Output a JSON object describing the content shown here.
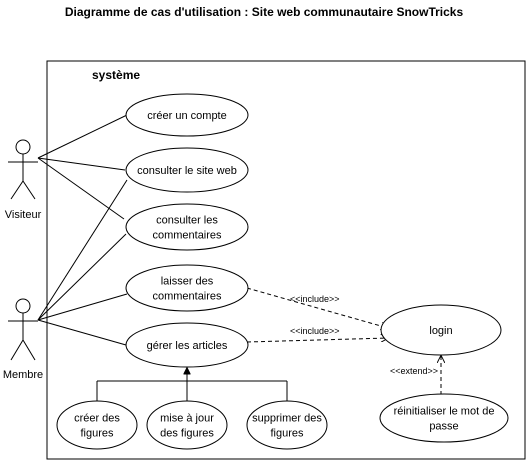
{
  "title": "Diagramme de cas d'utilisation : Site web communautaire SnowTricks",
  "system_label": "système",
  "actors": [
    {
      "id": "visiteur",
      "label": "Visiteur"
    },
    {
      "id": "membre",
      "label": "Membre"
    }
  ],
  "use_cases": [
    {
      "id": "creer-compte",
      "lines": [
        "créer un compte"
      ]
    },
    {
      "id": "consulter-site",
      "lines": [
        "consulter le site web"
      ]
    },
    {
      "id": "consulter-commentaires",
      "lines": [
        "consulter les",
        "commentaires"
      ]
    },
    {
      "id": "laisser-commentaires",
      "lines": [
        "laisser des",
        "commentaires"
      ]
    },
    {
      "id": "gerer-articles",
      "lines": [
        "gérer les articles"
      ]
    },
    {
      "id": "login",
      "lines": [
        "login"
      ]
    },
    {
      "id": "creer-figures",
      "lines": [
        "créer des",
        "figures"
      ]
    },
    {
      "id": "maj-figures",
      "lines": [
        "mise à jour",
        "des figures"
      ]
    },
    {
      "id": "supprimer-figures",
      "lines": [
        "supprimer des",
        "figures"
      ]
    },
    {
      "id": "reinitialiser-mdp",
      "lines": [
        "réinitialiser le mot de",
        "passe"
      ]
    }
  ],
  "relations": {
    "include_label": "<<include>>",
    "extend_label": "<<extend>>"
  }
}
